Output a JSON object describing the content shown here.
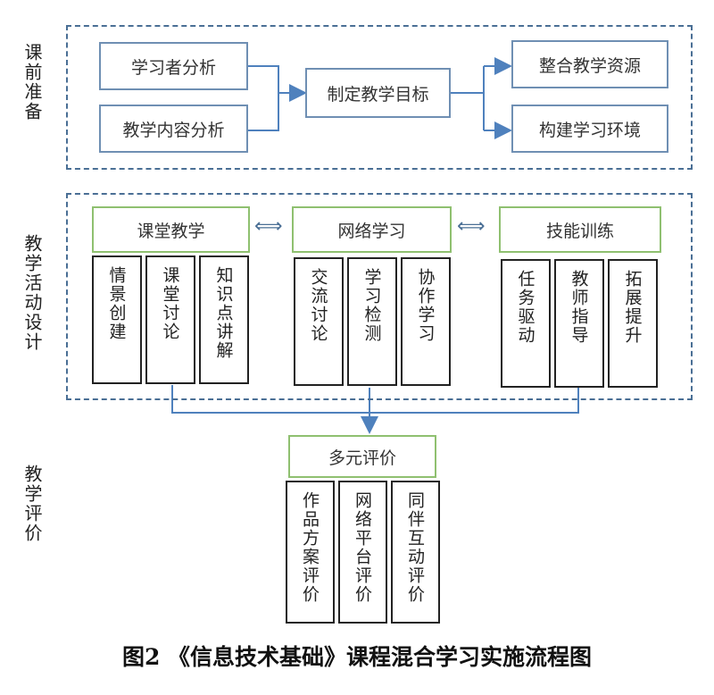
{
  "sections": {
    "prep_label": "课前准备",
    "activity_label": "教学活动设计",
    "eval_label": "教学评价"
  },
  "prep": {
    "learner_analysis": "学习者分析",
    "content_analysis": "教学内容分析",
    "goal": "制定教学目标",
    "integrate": "整合教学资源",
    "environment": "构建学习环境"
  },
  "activity": {
    "classroom": {
      "title": "课堂教学",
      "items": [
        "情景创建",
        "课堂讨论",
        "知识点讲解"
      ]
    },
    "network": {
      "title": "网络学习",
      "items": [
        "交流讨论",
        "学习检测",
        "协作学习"
      ]
    },
    "skill": {
      "title": "技能训练",
      "items": [
        "任务驱动",
        "教师指导",
        "拓展提升"
      ]
    },
    "arrow_glyph": "⟺"
  },
  "evaluation": {
    "title": "多元评价",
    "items": [
      "作品方案评价",
      "网络平台评价",
      "同伴互动评价"
    ]
  },
  "caption": "图2 《信息技术基础》课程混合学习实施流程图",
  "colors": {
    "arrow": "#4f81bd",
    "dashed": "#4a6f95",
    "green_box": "#8fc070",
    "blue_box": "#6f8fb3"
  }
}
